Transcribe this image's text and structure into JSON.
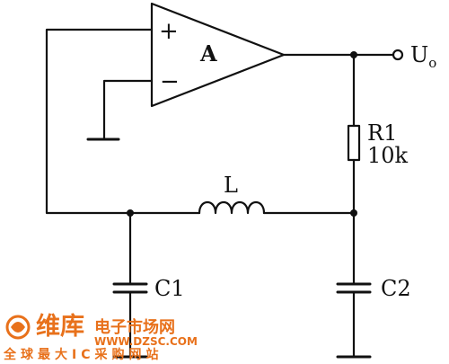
{
  "opamp": {
    "name": "A",
    "plus": "+",
    "minus": "−"
  },
  "output": {
    "label": "U",
    "sub": "o"
  },
  "r1": {
    "name": "R1",
    "value": "10k"
  },
  "inductor": {
    "name": "L"
  },
  "c1": {
    "name": "C1"
  },
  "c2": {
    "name": "C2"
  },
  "watermark": {
    "brand": "维库",
    "brand2": "电子市场网",
    "url": "WWW.DZSC.COM",
    "tagline": "全球最大IC采购网站"
  },
  "colors": {
    "ink": "#111111",
    "watermark": "#e8711b"
  }
}
